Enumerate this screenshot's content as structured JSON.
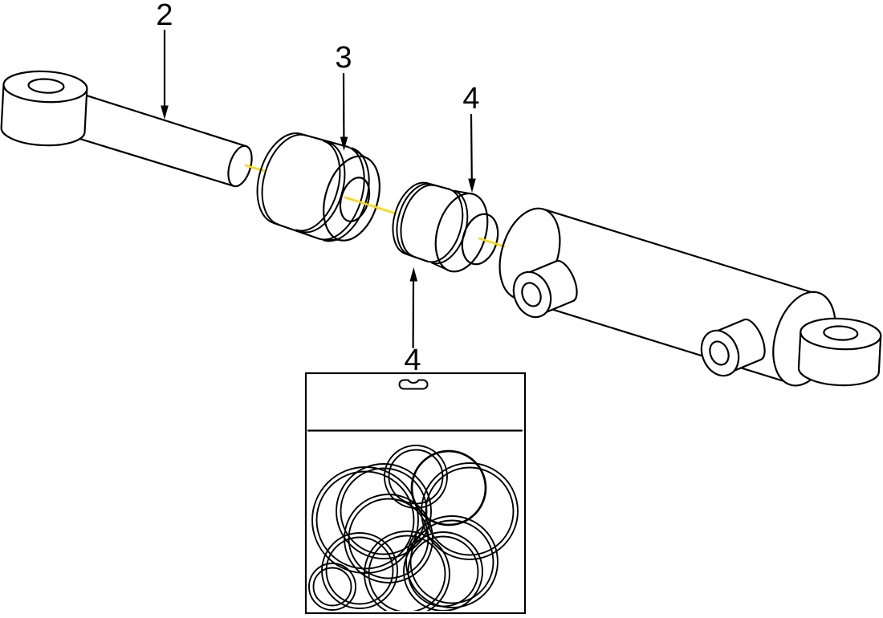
{
  "drawing": {
    "type": "exploded-view-technical-illustration",
    "subject": "hydraulic-cylinder-assembly"
  },
  "colors": {
    "line": "#000000",
    "centerline": "#ffd700",
    "paper": "#ffffff"
  },
  "callouts": [
    {
      "label": "2",
      "target": "piston-rod"
    },
    {
      "label": "3",
      "target": "cylinder-head-gland"
    },
    {
      "label": "4",
      "target": "piston"
    },
    {
      "label": "4",
      "target": "seal-kit-bag"
    }
  ],
  "seal_kit": {
    "oring_count": 11
  }
}
